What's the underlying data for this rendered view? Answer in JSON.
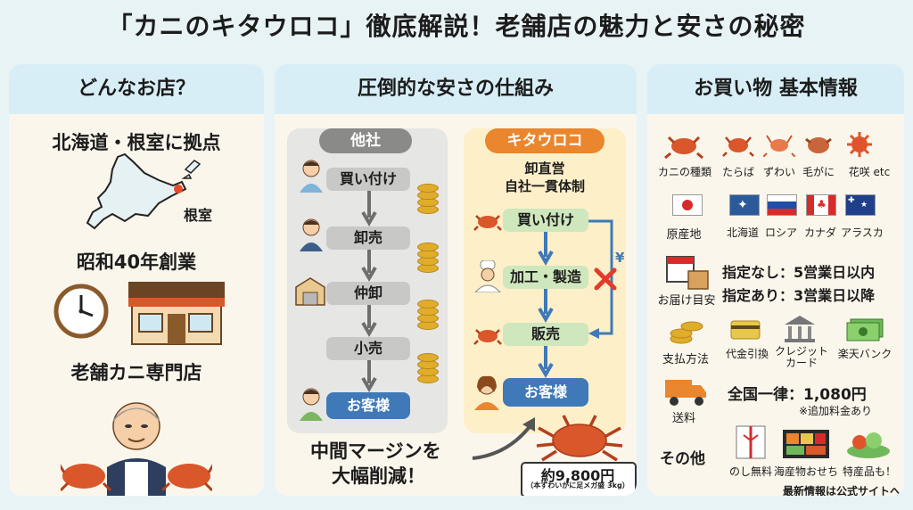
{
  "title": "「カニのキタウロコ」徹底解説！老舗店の魅力と安さの秘密",
  "left": {
    "heading": "どんなお店？",
    "base": "北海道・根室に拠点",
    "map_label": "根室",
    "founded": "昭和40年創業",
    "specialty": "老舗カニ専門店"
  },
  "middle": {
    "heading": "圧倒的な安さの仕組み",
    "other_label": "他社",
    "other_steps": [
      "買い付け",
      "卸売",
      "仲卸",
      "小売",
      "お客様"
    ],
    "kita_label": "キタウロコ",
    "kita_sub1": "卸直営",
    "kita_sub2": "自社一貫体制",
    "kita_steps": [
      "買い付け",
      "加工・製造",
      "販売",
      "お客様"
    ],
    "yen": "¥",
    "margin_line1": "中間マージンを",
    "margin_line2": "大幅削減！",
    "price": "約9,800円",
    "price_note": "（本ずわいがに足メガ盛 3kg）"
  },
  "right": {
    "heading": "お買い物 基本情報",
    "crab_type_label": "カニの種類",
    "crab_types": [
      "たらば",
      "ずわい",
      "毛がに",
      "花咲 etc"
    ],
    "origin_label": "原産地",
    "origins": [
      "北海道",
      "ロシア",
      "カナダ",
      "アラスカ"
    ],
    "delivery_label": "お届け目安",
    "delivery_1": "指定なし：5営業日以内",
    "delivery_2": "指定あり：3営業日以降",
    "payment_label": "支払方法",
    "payments": [
      "代金引換",
      "クレジット\nカード",
      "楽天バンク"
    ],
    "shipping_label": "送料",
    "shipping_main": "全国一律：1,080円",
    "shipping_note": "※追加料金あり",
    "other_label": "その他",
    "others": [
      "のし無料",
      "海産物おせち",
      "特産品も！"
    ],
    "footer": "最新情報は公式サイトへ"
  },
  "colors": {
    "bg": "#e8f3f6",
    "panel": "#fbf6ec",
    "head": "#d8eef6",
    "orange": "#e9862e",
    "blue": "#3f79b8",
    "green": "#cfe7bd",
    "crab": "#d9572a"
  }
}
